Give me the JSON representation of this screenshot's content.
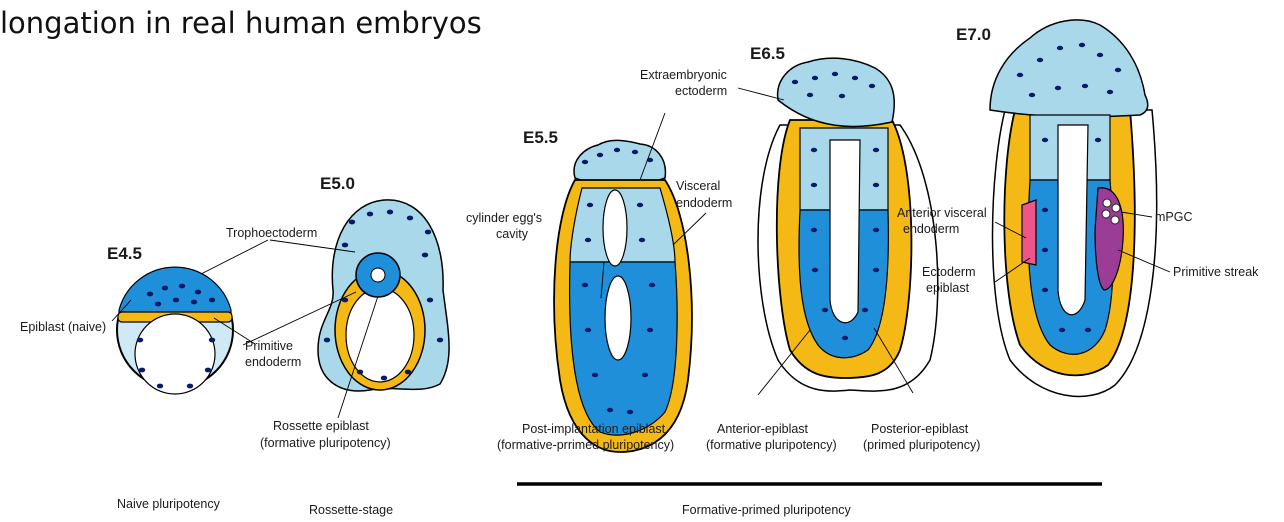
{
  "title": "longation in real human embryos",
  "colors": {
    "light_blue": "#a8d8ea",
    "dark_blue": "#1f8fd9",
    "nucleus": "#0a1a66",
    "yellow": "#f5b916",
    "pink": "#f0558a",
    "purple": "#9b3d97",
    "outline": "#000000",
    "pale_blue": "#cfeaf5"
  },
  "stages": {
    "e45": "E4.5",
    "e50": "E5.0",
    "e55": "E5.5",
    "e65": "E6.5",
    "e70": "E7.0"
  },
  "labels": {
    "epiblast_naive": "Epiblast (naive)",
    "trophectoderm": "Trophoectoderm",
    "primitive_endoderm": [
      "Primitive",
      "endoderm"
    ],
    "rossette_epiblast": [
      "Rossette epiblast",
      "(formative pluripotency)"
    ],
    "cylinder_cavity": [
      "cylinder egg's",
      "cavity"
    ],
    "extraembryonic": [
      "Extraembryonic",
      "ectoderm"
    ],
    "visceral_endoderm": [
      "Visceral",
      "endoderm"
    ],
    "post_implantation": [
      "Post-implantation epiblast",
      "(formative-prrimed  pluripotency)"
    ],
    "anterior_epiblast": [
      "Anterior-epiblast",
      "(formative pluripotency)"
    ],
    "posterior_epiblast": [
      "Posterior-epiblast",
      "(primed pluripotency)"
    ],
    "anterior_visceral": [
      "Anterior visceral",
      "endoderm"
    ],
    "mpgc": "mPGC",
    "ectoderm_epiblast": [
      "Ectoderm",
      "epiblast"
    ],
    "primitive_streak": "Primitive streak"
  },
  "categories": {
    "naive": "Naive pluripotency",
    "rossette": "Rossette-stage",
    "formative": "Formative-primed pluripotency"
  }
}
